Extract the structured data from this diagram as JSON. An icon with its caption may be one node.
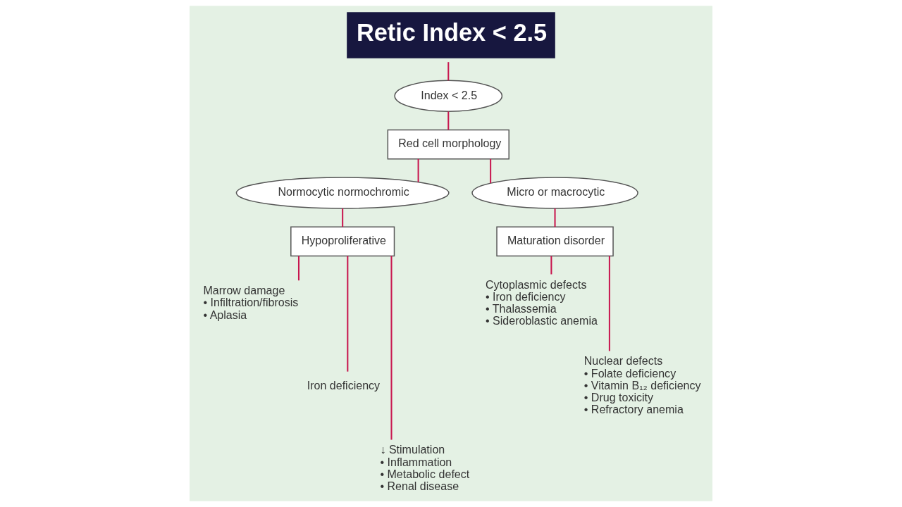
{
  "diagram": {
    "title": "Retic Index < 2.5",
    "nodes": [
      {
        "text": [
          "Index < 2.5"
        ]
      },
      {
        "text": [
          "Red cell morphology"
        ]
      },
      {
        "text": [
          "Normocytic normochromic"
        ]
      },
      {
        "text": [
          "Micro or macrocytic"
        ]
      },
      {
        "text": [
          "Hypoproliferative"
        ]
      },
      {
        "text": [
          "Maturation disorder"
        ]
      },
      {
        "text": [
          "Marrow damage",
          "• Infiltration/fibrosis",
          "• Aplasia"
        ]
      },
      {
        "text": [
          "Iron deficiency"
        ]
      },
      {
        "text": [
          "↓ Stimulation",
          "• Inflammation",
          "• Metabolic defect",
          "• Renal disease"
        ]
      },
      {
        "text": [
          "Cytoplasmic defects",
          "• Iron deficiency",
          "• Thalassemia",
          "• Sideroblastic anemia"
        ]
      },
      {
        "text": [
          "Nuclear defects",
          "• Folate deficiency",
          "• Vitamin B₁₂ deficiency",
          "• Drug toxicity",
          "• Refractory anemia"
        ]
      }
    ],
    "edges": [
      {
        "from": null,
        "to": 0,
        "arrow": "none"
      },
      {
        "from": 0,
        "to": 1,
        "arrow": "none"
      },
      {
        "from": 1,
        "to": 2,
        "arrow": "none"
      },
      {
        "from": 1,
        "to": 3,
        "arrow": "none"
      },
      {
        "from": 2,
        "to": 4,
        "arrow": "none"
      },
      {
        "from": 3,
        "to": 5,
        "arrow": "none"
      },
      {
        "from": 4,
        "to": 6,
        "arrow": "none"
      },
      {
        "from": 4,
        "to": 7,
        "arrow": "none"
      },
      {
        "from": 4,
        "to": 8,
        "arrow": "none"
      },
      {
        "from": 5,
        "to": 9,
        "arrow": "none"
      },
      {
        "from": 5,
        "to": 10,
        "arrow": "none"
      }
    ]
  }
}
